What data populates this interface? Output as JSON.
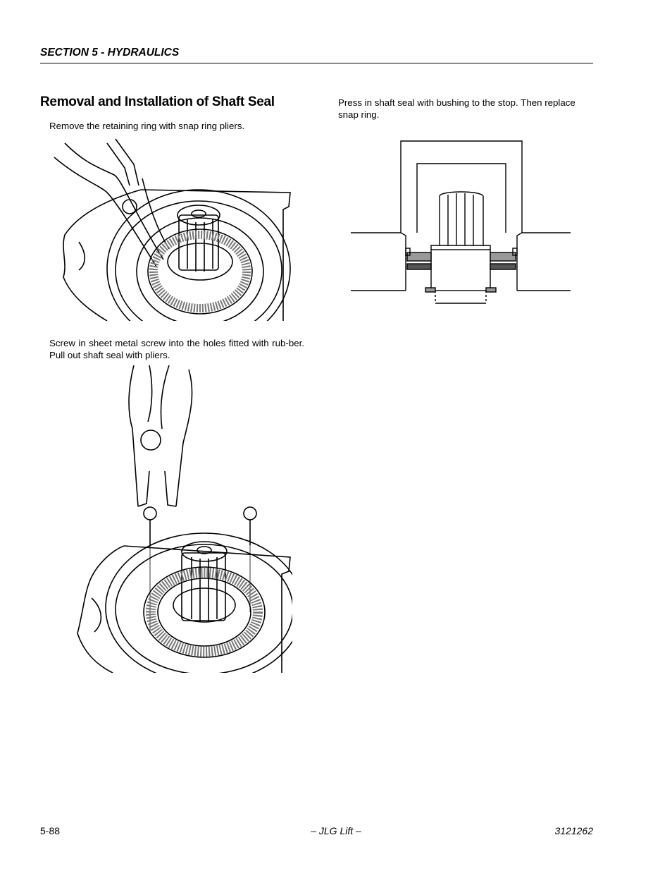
{
  "header": {
    "section": "SECTION 5 - HYDRAULICS"
  },
  "title": "Removal and Installation of Shaft Seal",
  "steps": [
    {
      "text": "Remove the retaining ring with snap ring pliers."
    },
    {
      "text": "Screw in sheet metal screw into the holes fitted with rub-ber. Pull out shaft seal with pliers."
    },
    {
      "text": "Press in shaft seal with bushing to the stop. Then replace snap ring."
    }
  ],
  "footer": {
    "page_number": "5-88",
    "brand": "– JLG Lift –",
    "doc_number": "3121262"
  }
}
